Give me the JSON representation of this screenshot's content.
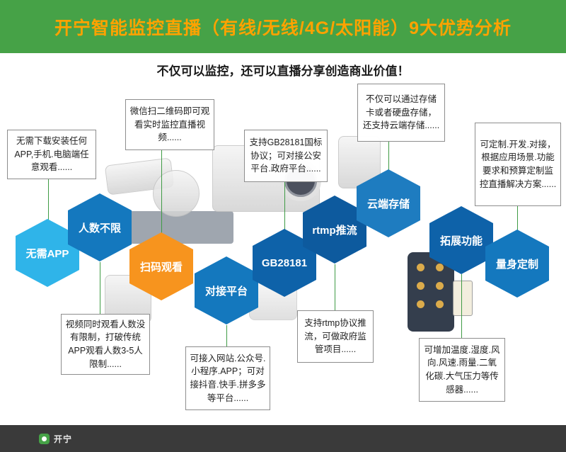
{
  "header": {
    "title": "开宁智能监控直播（有线/无线/4G/太阳能）9大优势分析",
    "bg": "#46a247",
    "title_color": "#ffa200"
  },
  "subtitle": {
    "text": "不仅可以监控，还可以直播分享创造商业价值！"
  },
  "hexagons": [
    {
      "label": "无需APP",
      "color": "#2fb4e9"
    },
    {
      "label": "人数不限",
      "color": "#1478be"
    },
    {
      "label": "扫码观看",
      "color": "#f7941e"
    },
    {
      "label": "对接平台",
      "color": "#1478be"
    },
    {
      "label": "GB28181",
      "color": "#0e62a9"
    },
    {
      "label": "rtmp推流",
      "color": "#0d5a9e"
    },
    {
      "label": "云端存储",
      "color": "#1e7cc0"
    },
    {
      "label": "拓展功能",
      "color": "#0e62a9"
    },
    {
      "label": "量身定制",
      "color": "#1478be"
    }
  ],
  "callouts": [
    {
      "text": "无需下载安装任何APP,手机.电脑端任意观看......"
    },
    {
      "text": "微信扫二维码即可观看实时监控直播视频......"
    },
    {
      "text": "支持GB28181国标协议；可对接公安平台.政府平台......"
    },
    {
      "text": "不仅可以通过存储卡或者硬盘存储，还支持云端存储......"
    },
    {
      "text": "可定制.开发.对接，根据应用场景.功能要求和预算定制监控直播解决方案......"
    },
    {
      "text": "视频同时观看人数没有限制，打破传统APP观看人数3-5人限制......"
    },
    {
      "text": "可接入网站.公众号.小程序.APP；可对接抖音.快手.拼多多等平台......"
    },
    {
      "text": "支持rtmp协议推流，可做政府监管项目......"
    },
    {
      "text": "可增加温度.湿度.风向.风速.雨量.二氧化碳.大气压力等传感器......"
    }
  ],
  "footer": {
    "logo_text": "开宁",
    "bg": "#3a3a3a"
  },
  "colors": {
    "connector": "#3f9b45"
  }
}
